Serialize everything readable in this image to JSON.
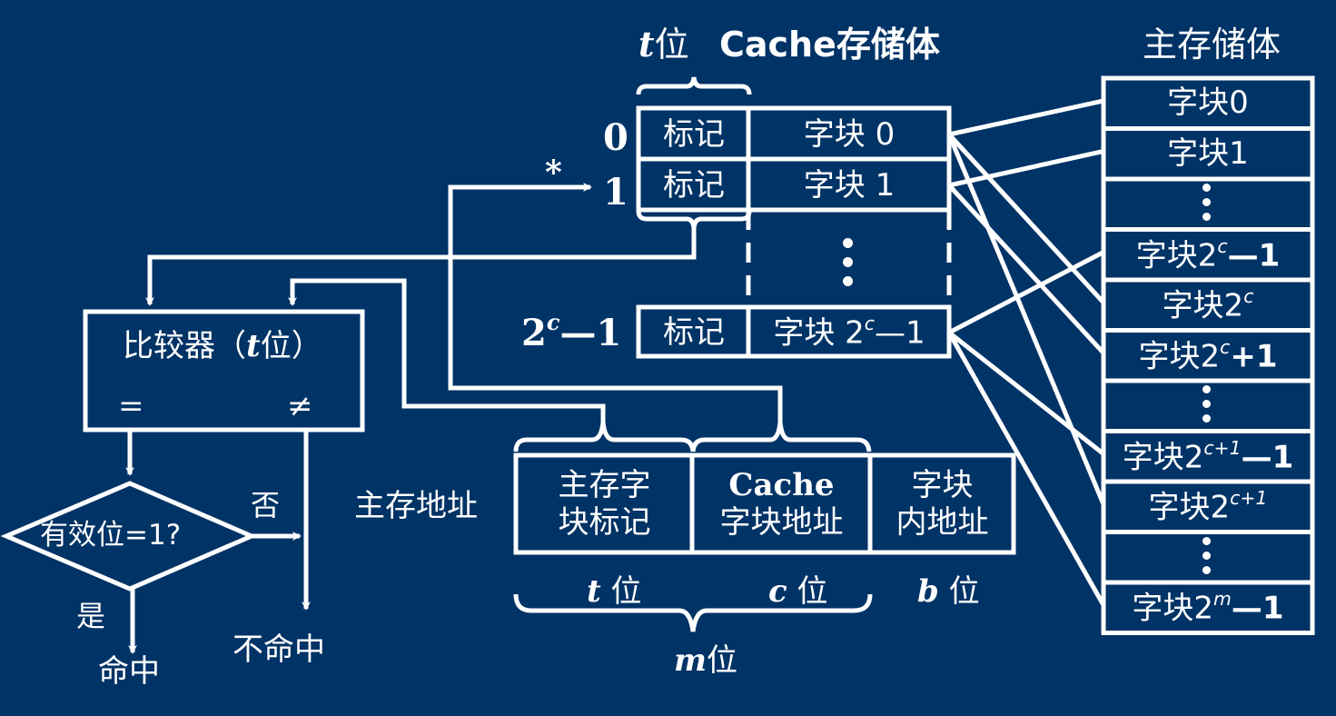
{
  "colors": {
    "background": "#003366",
    "foreground": "#ffffff"
  },
  "cache": {
    "title": "Cache存储体",
    "tag_width_label": {
      "var": "t",
      "unit": "位"
    },
    "rows": [
      {
        "index": "0",
        "tag": "标记",
        "block": "字块 0"
      },
      {
        "index": "1",
        "tag": "标记",
        "block": "字块 1",
        "marker": "*"
      },
      {
        "index_base": "2",
        "index_exp": "c",
        "index_tail": "—1",
        "tag": "标记",
        "block_base": "字块 2",
        "block_exp": "c",
        "block_tail": "—1"
      }
    ]
  },
  "main_memory": {
    "title": "主存储体",
    "blocks": [
      {
        "label": "字块0"
      },
      {
        "label": "字块1"
      },
      {
        "ellipsis": true
      },
      {
        "base": "字块2",
        "exp": "c",
        "tail": "—1"
      },
      {
        "base": "字块2",
        "exp": "c",
        "tail": ""
      },
      {
        "base": "字块2",
        "exp": "c",
        "tail": "+1"
      },
      {
        "ellipsis": true
      },
      {
        "base": "字块2",
        "exp": "c+1",
        "tail": "—1"
      },
      {
        "base": "字块2",
        "exp": "c+1",
        "tail": ""
      },
      {
        "ellipsis": true
      },
      {
        "base": "字块2",
        "exp": "m",
        "tail": "—1"
      }
    ]
  },
  "mapping": [
    {
      "cache_row": 0,
      "main_blocks": [
        0,
        4,
        8
      ]
    },
    {
      "cache_row": 1,
      "main_blocks": [
        1,
        5
      ]
    },
    {
      "cache_row": 2,
      "main_blocks": [
        3,
        7,
        10
      ]
    }
  ],
  "comparator": {
    "label": "比较器（",
    "var": "t",
    "label_tail": "位）",
    "equal": "=",
    "not_equal": "≠"
  },
  "decision": {
    "question": "有效位=1?",
    "yes": "是",
    "no": "否",
    "hit": "命中",
    "miss": "不命中"
  },
  "address": {
    "label": "主存地址",
    "fields": [
      {
        "line1": "主存字",
        "line2": "块标记",
        "width_var": "t",
        "width_unit": "位"
      },
      {
        "line1": "Cache",
        "line2": "字块地址",
        "width_var": "c",
        "width_unit": "位"
      },
      {
        "line1": "字块",
        "line2": "内地址",
        "width_var": "b",
        "width_unit": "位"
      }
    ],
    "total": {
      "var": "m",
      "unit": "位"
    }
  }
}
